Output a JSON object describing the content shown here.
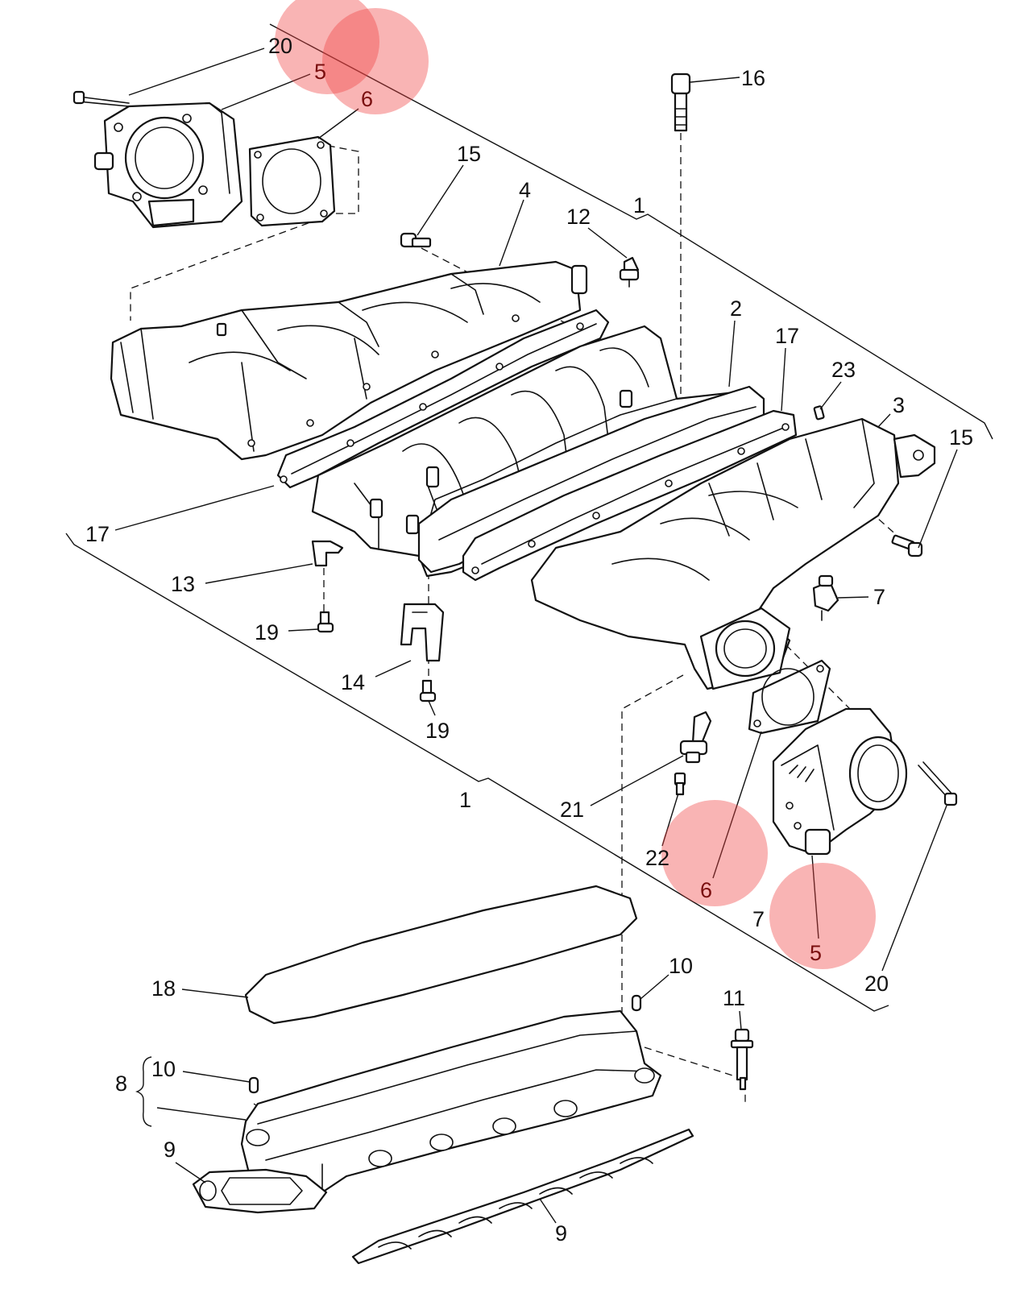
{
  "diagram": {
    "callouts": [
      {
        "id": "c20a",
        "text": "20"
      },
      {
        "id": "c5a",
        "text": "5"
      },
      {
        "id": "c6a",
        "text": "6"
      },
      {
        "id": "c16",
        "text": "16"
      },
      {
        "id": "c15a",
        "text": "15"
      },
      {
        "id": "c4",
        "text": "4"
      },
      {
        "id": "c12",
        "text": "12"
      },
      {
        "id": "c1a",
        "text": "1"
      },
      {
        "id": "c2",
        "text": "2"
      },
      {
        "id": "c17a",
        "text": "17"
      },
      {
        "id": "c23",
        "text": "23"
      },
      {
        "id": "c3",
        "text": "3"
      },
      {
        "id": "c15b",
        "text": "15"
      },
      {
        "id": "c17b",
        "text": "17"
      },
      {
        "id": "c13",
        "text": "13"
      },
      {
        "id": "c7a",
        "text": "7"
      },
      {
        "id": "c19a",
        "text": "19"
      },
      {
        "id": "c14",
        "text": "14"
      },
      {
        "id": "c19b",
        "text": "19"
      },
      {
        "id": "c1b",
        "text": "1"
      },
      {
        "id": "c21",
        "text": "21"
      },
      {
        "id": "c22",
        "text": "22"
      },
      {
        "id": "c6b",
        "text": "6"
      },
      {
        "id": "c7b",
        "text": "7"
      },
      {
        "id": "c5b",
        "text": "5"
      },
      {
        "id": "c20b",
        "text": "20"
      },
      {
        "id": "c10a",
        "text": "10"
      },
      {
        "id": "c11",
        "text": "11"
      },
      {
        "id": "c18",
        "text": "18"
      },
      {
        "id": "c10b",
        "text": "10"
      },
      {
        "id": "c8",
        "text": "8"
      },
      {
        "id": "c9a",
        "text": "9"
      },
      {
        "id": "c9b",
        "text": "9"
      }
    ],
    "highlight_color": "#ef4444"
  }
}
